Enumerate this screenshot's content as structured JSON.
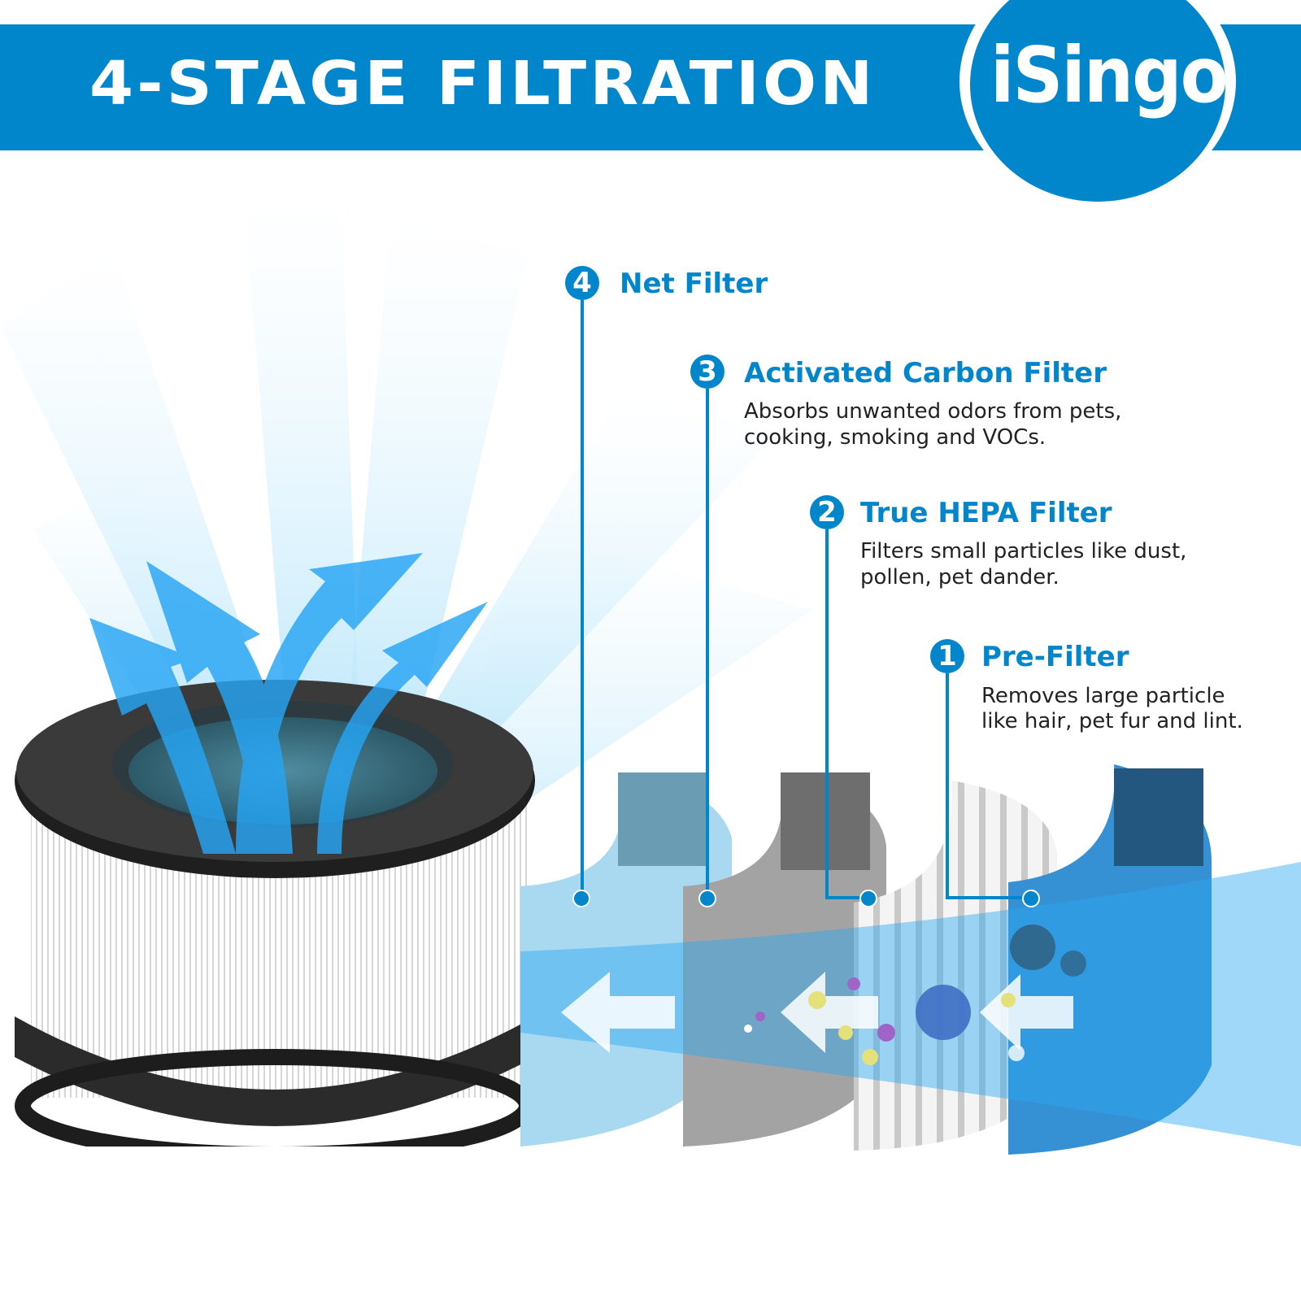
{
  "header": {
    "title": "4-STAGE FILTRATION",
    "brand_logo": "iSingo",
    "banner_color": "#0286cb"
  },
  "stages": [
    {
      "number": "4",
      "title": "Net Filter",
      "description_lines": []
    },
    {
      "number": "3",
      "title": "Activated Carbon Filter",
      "description_lines": [
        "Absorbs unwanted odors from pets,",
        "cooking, smoking and VOCs."
      ]
    },
    {
      "number": "2",
      "title": "True HEPA Filter",
      "description_lines": [
        "Filters small particles like dust,",
        "pollen, pet dander."
      ]
    },
    {
      "number": "1",
      "title": "Pre-Filter",
      "description_lines": [
        "Removes large particle",
        "like hair, pet fur and lint."
      ]
    }
  ],
  "colors": {
    "accent": "#0286cb",
    "text_dark": "#222222",
    "net_layer": "#9fd3ee",
    "carbon_layer": "#9a9a9a",
    "hepa_layer": "#e8e8e8",
    "pre_layer": "#3a8fd0",
    "airflow": "#2aa8f2"
  },
  "icons": {
    "airflow_up": "curved-arrow-up-icon",
    "airflow_left": "arrow-left-icon",
    "particles": "virus-particle-icon"
  }
}
